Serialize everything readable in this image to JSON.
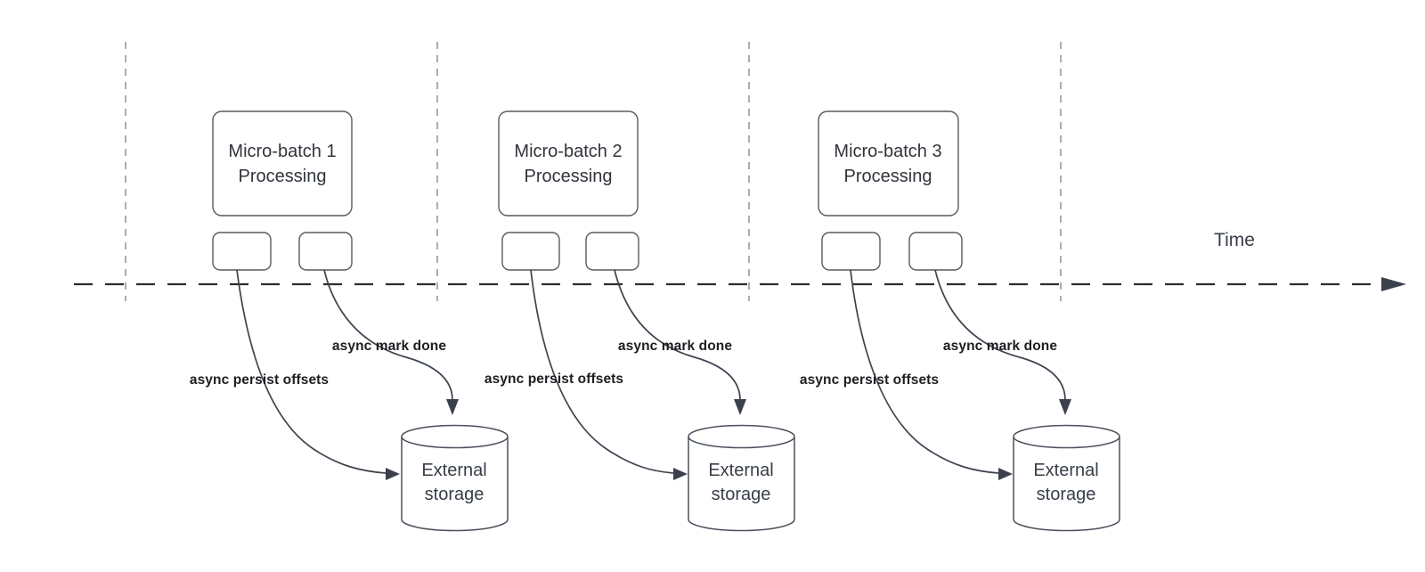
{
  "diagram": {
    "type": "micro-batch-processing-timeline",
    "time_axis": {
      "label": "Time"
    },
    "groups": [
      {
        "process_title_line1": "Micro-batch 1",
        "process_title_line2": "Processing",
        "persist_arrow_label": "async persist offsets",
        "mark_done_arrow_label": "async mark done",
        "storage_label": "External storage"
      },
      {
        "process_title_line1": "Micro-batch 2",
        "process_title_line2": "Processing",
        "persist_arrow_label": "async persist offsets",
        "mark_done_arrow_label": "async mark done",
        "storage_label": "External storage"
      },
      {
        "process_title_line1": "Micro-batch 3",
        "process_title_line2": "Processing",
        "persist_arrow_label": "async persist offsets",
        "mark_done_arrow_label": "async mark done",
        "storage_label": "External storage"
      }
    ],
    "colors": {
      "background": "#ffffff",
      "shape_border": "#5a5a5a",
      "cylinder_border": "#4a515c",
      "curve_stroke": "#3d4450",
      "timeline_stroke": "#2d2d2d",
      "guide_line": "#adadad",
      "title_text": "#30343b",
      "async_label_text": "#1d1e21"
    }
  }
}
